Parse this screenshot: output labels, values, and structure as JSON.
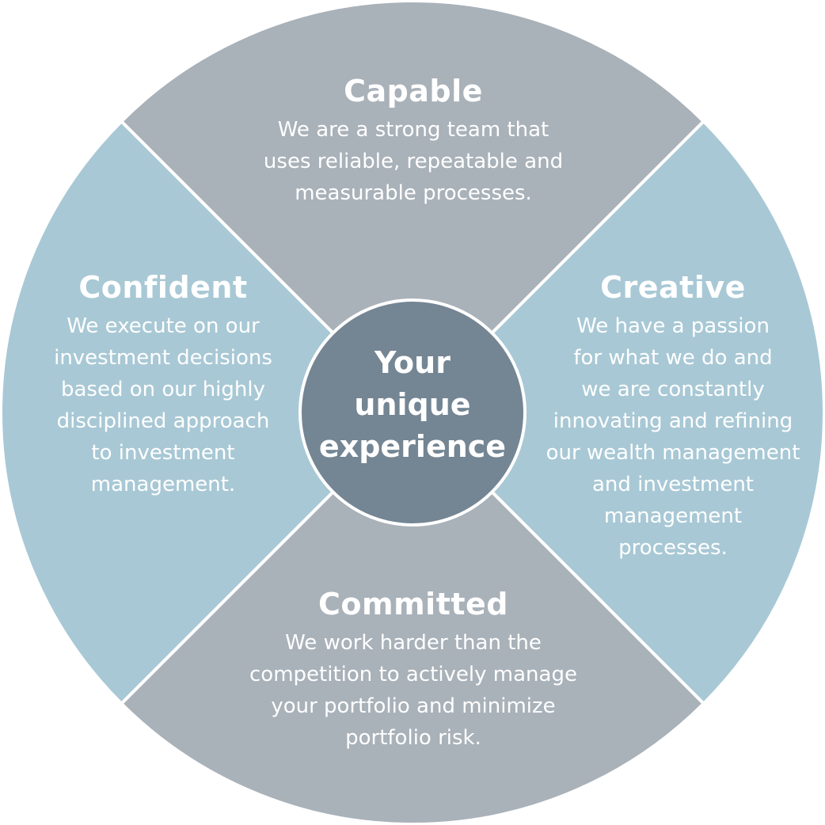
{
  "colors": {
    "gray": "#a9b1b9",
    "blue": "#a8c8d5",
    "center": "#748593",
    "divider": "#ffffff"
  },
  "center": {
    "lines": [
      "Your",
      "unique",
      "experience"
    ]
  },
  "segments": {
    "top": {
      "title": "Capable",
      "lines": [
        "We are a strong team that",
        "uses reliable, repeatable and",
        "measurable processes."
      ]
    },
    "left": {
      "title": "Confident",
      "lines": [
        "We execute on our",
        "investment decisions",
        "based on our highly",
        "disciplined approach",
        "to investment",
        "management."
      ]
    },
    "right": {
      "title": "Creative",
      "lines": [
        "We have a passion",
        "for what we do and",
        "we are constantly",
        "innovating and refining",
        "our wealth management",
        "and investment",
        "management",
        "processes."
      ]
    },
    "bottom": {
      "title": "Committed",
      "lines": [
        "We work harder than the",
        "competition to actively manage",
        "your portfolio and minimize",
        "portfolio risk."
      ]
    }
  }
}
